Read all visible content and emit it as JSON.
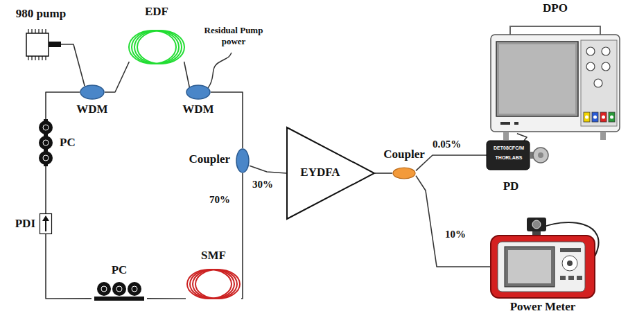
{
  "diagram": {
    "nodes": [
      {
        "text": [
          "980 pump"
        ]
      },
      {
        "text": [
          "EDF"
        ]
      },
      {
        "text": [
          "WDM"
        ]
      },
      {
        "text": [
          "WDM"
        ]
      },
      {
        "text": [
          "Coupler"
        ]
      },
      {
        "text": [
          "PC"
        ]
      },
      {
        "text": [
          "PDI"
        ]
      },
      {
        "text": [
          "PC"
        ]
      },
      {
        "text": [
          "SMF"
        ]
      },
      {
        "text": [
          "EYDFA"
        ]
      },
      {
        "text": [
          "Coupler"
        ]
      },
      {
        "text": [
          "PD"
        ]
      },
      {
        "text": [
          "DPO"
        ]
      },
      {
        "text": [
          "Power Meter"
        ]
      }
    ],
    "edges": [
      {
        "from": 0,
        "to": 2,
        "arrow": "none"
      },
      {
        "from": 2,
        "to": 1,
        "arrow": "none"
      },
      {
        "from": 1,
        "to": 3,
        "arrow": "none"
      },
      {
        "from": 3,
        "to": 4,
        "arrow": "none"
      },
      {
        "from": 4,
        "to": 8,
        "label": "70%",
        "arrow": "none"
      },
      {
        "from": 8,
        "to": 7,
        "arrow": "none"
      },
      {
        "from": 7,
        "to": 6,
        "arrow": "none"
      },
      {
        "from": 6,
        "to": 5,
        "arrow": "none"
      },
      {
        "from": 5,
        "to": 2,
        "arrow": "none"
      },
      {
        "from": 4,
        "to": 9,
        "label": "30%",
        "arrow": "none"
      },
      {
        "from": 9,
        "to": 10,
        "arrow": "none"
      },
      {
        "from": 10,
        "to": 11,
        "label": "0.05%",
        "arrow": "none"
      },
      {
        "from": 10,
        "to": 13,
        "label": "10%",
        "arrow": "none"
      },
      {
        "from": 11,
        "to": 12,
        "arrow": "none"
      }
    ],
    "labels": [
      "Residual Pump power",
      "DET08CFC/M",
      "THORLABS"
    ]
  }
}
